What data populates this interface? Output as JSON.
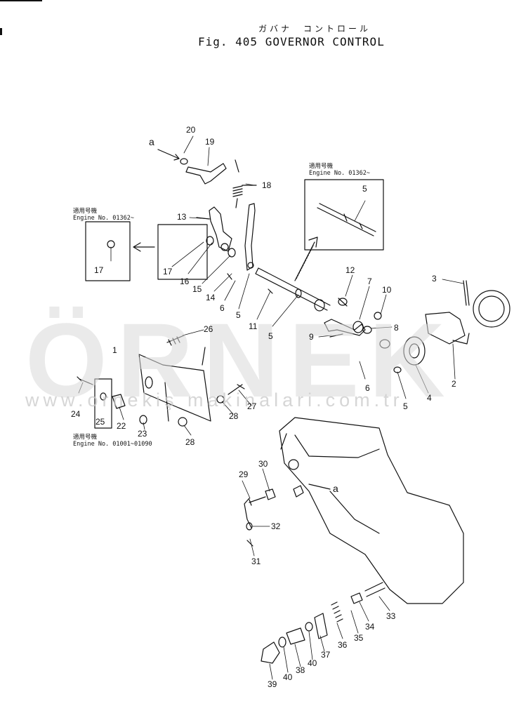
{
  "title_jp": "ガバナ　コントロール",
  "title": "Fig. 405   GOVERNOR CONTROL",
  "watermark": {
    "brand": "ÖRNEK",
    "url": "www.ornekiş makinalari.com.tr"
  },
  "insets": {
    "top_right": {
      "note_jp": "適用号機",
      "note": "Engine No. 01362~"
    },
    "left": {
      "note_jp": "適用号機",
      "note": "Engine No. 01362~"
    },
    "bottom_left": {
      "note_jp": "適用号機",
      "note": "Engine No. 01001~01090"
    }
  },
  "callouts": [
    {
      "id": "c20",
      "text": "20"
    },
    {
      "id": "c19",
      "text": "19"
    },
    {
      "id": "ca1",
      "text": "a"
    },
    {
      "id": "c18",
      "text": "18"
    },
    {
      "id": "c13",
      "text": "13"
    },
    {
      "id": "c5a",
      "text": "5"
    },
    {
      "id": "c17a",
      "text": "17"
    },
    {
      "id": "c17b",
      "text": "17"
    },
    {
      "id": "c16",
      "text": "16"
    },
    {
      "id": "c15",
      "text": "15"
    },
    {
      "id": "c14",
      "text": "14"
    },
    {
      "id": "c6a",
      "text": "6"
    },
    {
      "id": "c5b",
      "text": "5"
    },
    {
      "id": "c11",
      "text": "11"
    },
    {
      "id": "c5c",
      "text": "5"
    },
    {
      "id": "c12",
      "text": "12"
    },
    {
      "id": "c7",
      "text": "7"
    },
    {
      "id": "c10",
      "text": "10"
    },
    {
      "id": "c3",
      "text": "3"
    },
    {
      "id": "c8",
      "text": "8"
    },
    {
      "id": "c9",
      "text": "9"
    },
    {
      "id": "c26",
      "text": "26"
    },
    {
      "id": "c1",
      "text": "1"
    },
    {
      "id": "c6b",
      "text": "6"
    },
    {
      "id": "c5d",
      "text": "5"
    },
    {
      "id": "c4",
      "text": "4"
    },
    {
      "id": "c2",
      "text": "2"
    },
    {
      "id": "c24",
      "text": "24"
    },
    {
      "id": "c25",
      "text": "25"
    },
    {
      "id": "c22",
      "text": "22"
    },
    {
      "id": "c23",
      "text": "23"
    },
    {
      "id": "c27",
      "text": "27"
    },
    {
      "id": "c28a",
      "text": "28"
    },
    {
      "id": "c28b",
      "text": "28"
    },
    {
      "id": "c29",
      "text": "29"
    },
    {
      "id": "c30",
      "text": "30"
    },
    {
      "id": "ca2",
      "text": "a"
    },
    {
      "id": "c32",
      "text": "32"
    },
    {
      "id": "c31",
      "text": "31"
    },
    {
      "id": "c33",
      "text": "33"
    },
    {
      "id": "c34",
      "text": "34"
    },
    {
      "id": "c35",
      "text": "35"
    },
    {
      "id": "c36",
      "text": "36"
    },
    {
      "id": "c37",
      "text": "37"
    },
    {
      "id": "c40a",
      "text": "40"
    },
    {
      "id": "c38",
      "text": "38"
    },
    {
      "id": "c40b",
      "text": "40"
    },
    {
      "id": "c39",
      "text": "39"
    }
  ]
}
